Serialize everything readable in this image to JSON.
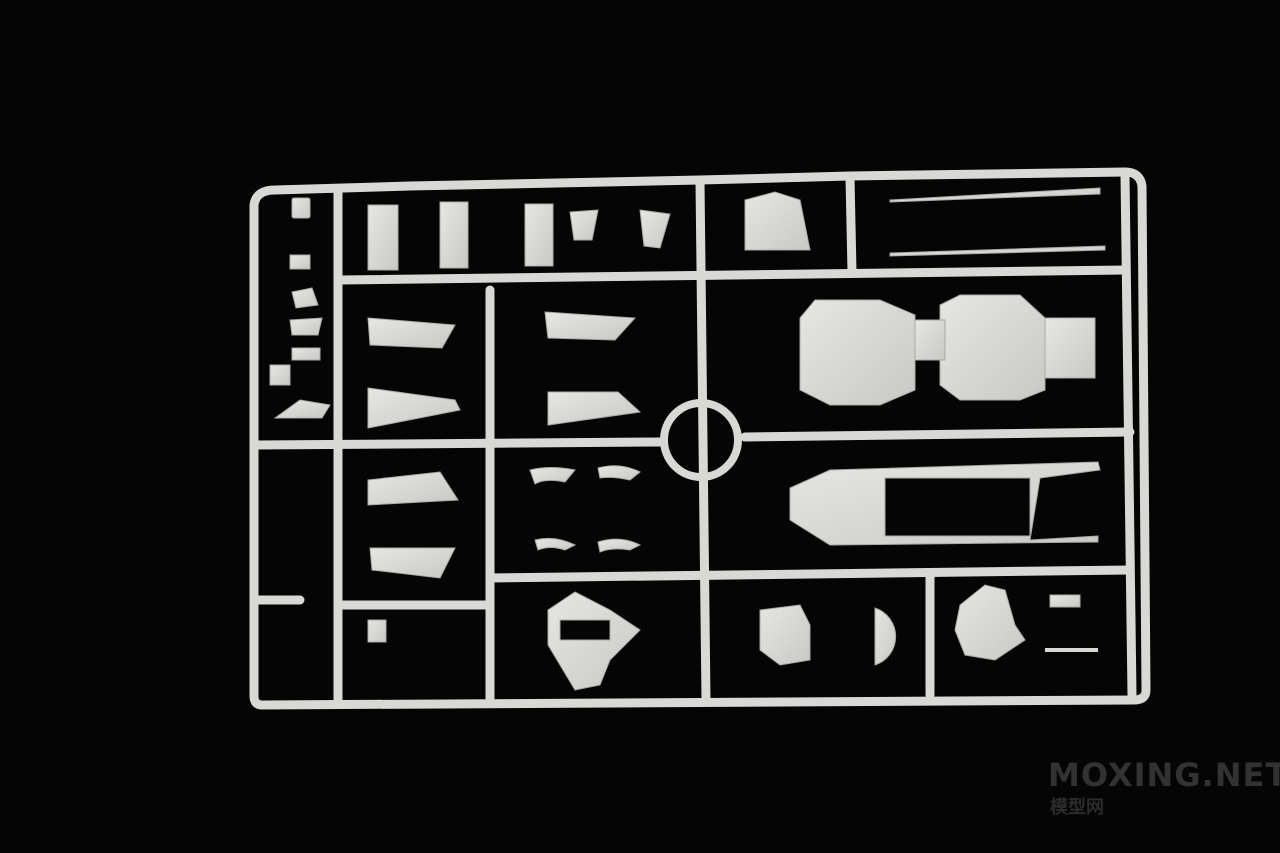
{
  "photo": {
    "subject": "model-kit-sprue",
    "colors": {
      "background": "#050505",
      "plastic": "#dcdcd8",
      "plastic_shadow": "#b9b9b5",
      "watermark": "#3a3a3a"
    }
  },
  "watermark": {
    "main": "MOXING.NET",
    "sub": "模型网"
  }
}
